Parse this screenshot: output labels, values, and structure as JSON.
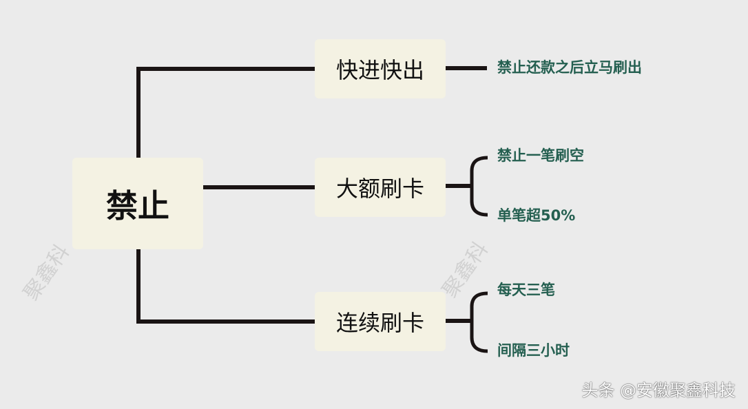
{
  "root": {
    "label": "禁止"
  },
  "categories": [
    {
      "label": "快进快出",
      "items": [
        "禁止还款之后立马刷出"
      ]
    },
    {
      "label": "大额刷卡",
      "items": [
        "禁止一笔刷空",
        "单笔超50%"
      ]
    },
    {
      "label": "连续刷卡",
      "items": [
        "每天三笔",
        "间隔三小时"
      ]
    }
  ],
  "watermarks": [
    "聚鑫科",
    "聚鑫科"
  ],
  "footer": {
    "credit": "头条 @安徽聚鑫科技"
  },
  "colors": {
    "background": "#ebebeb",
    "box": "#f4f2e3",
    "line": "#1a1414",
    "leaf_text": "#245f50",
    "node_text": "#111111"
  }
}
